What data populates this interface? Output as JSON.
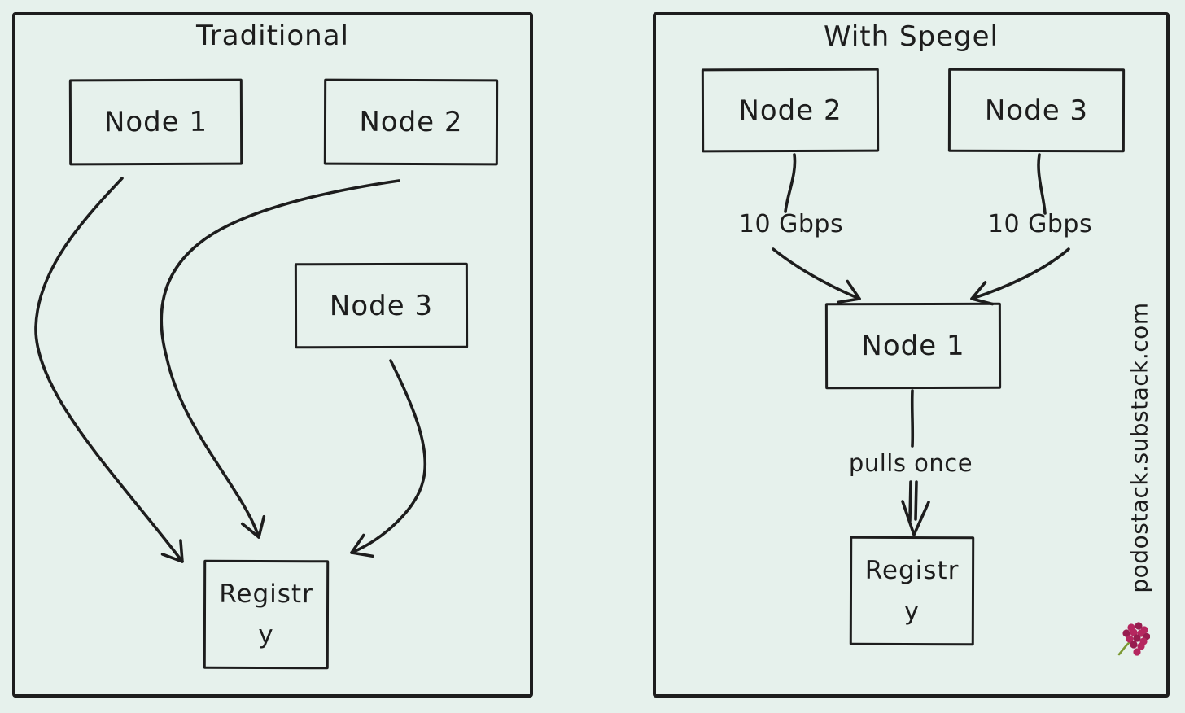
{
  "colors": {
    "background": "#e6f1ec",
    "ink": "#1d1d1d",
    "grape_berry": "#b5275f",
    "grape_berry_dark": "#971d4f",
    "grape_stem": "#7d9a35"
  },
  "left_panel": {
    "title": "Traditional",
    "node1_label": "Node 1",
    "node2_label": "Node 2",
    "node3_label": "Node 3",
    "registry_label": "Registry"
  },
  "right_panel": {
    "title": "With Spegel",
    "node2_label": "Node 2",
    "node3_label": "Node 3",
    "node1_label": "Node 1",
    "registry_label": "Registry",
    "bandwidth_left_label": "10 Gbps",
    "bandwidth_right_label": "10 Gbps",
    "pulls_once_label": "pulls once"
  },
  "watermark": {
    "text": "podostack.substack.com",
    "icon": "grapes-icon"
  }
}
